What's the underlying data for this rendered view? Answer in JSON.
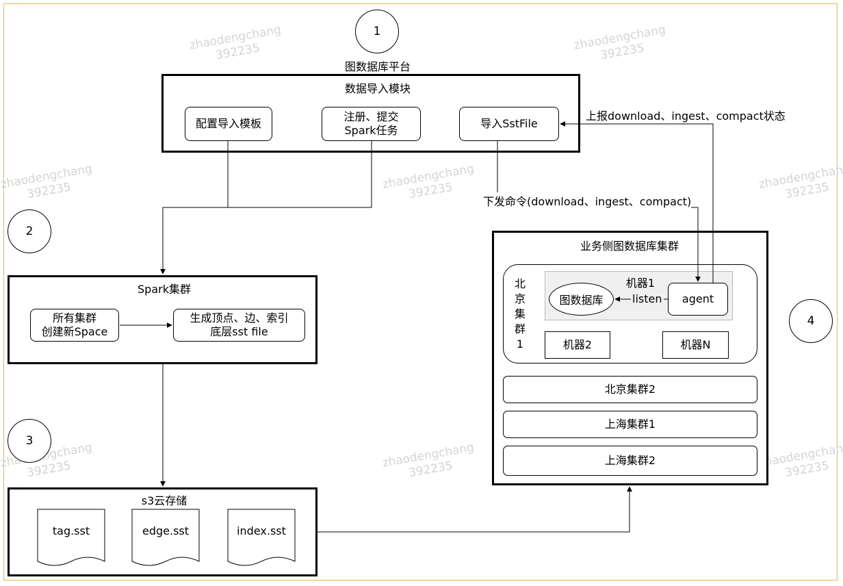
{
  "watermark": {
    "line1": "zhaodengchang",
    "line2": "392235"
  },
  "steps": {
    "s1": "1",
    "s2": "2",
    "s3": "3",
    "s4": "4"
  },
  "platform": {
    "title": "图数据库平台",
    "module_title": "数据导入模块",
    "config_template": "配置导入模板",
    "register_line1": "注册、提交",
    "register_line2": "Spark任务",
    "import_sst": "导入SstFile"
  },
  "edges": {
    "report_status": "上报download、ingest、compact状态",
    "issue_command": "下发命令(download、ingest、compact)",
    "listen": "listen"
  },
  "spark": {
    "title": "Spark集群",
    "all_clusters_line1": "所有集群",
    "all_clusters_line2": "创建新Space",
    "generate_line1": "生成顶点、边、索引",
    "generate_line2": "底层sst file"
  },
  "s3": {
    "title": "s3云存储",
    "files": [
      "tag.sst",
      "edge.sst",
      "index.sst"
    ]
  },
  "business": {
    "title": "业务侧图数据库集群",
    "beijing1_label": "北\n京\n集\n群\n1",
    "machine1": "机器1",
    "graph_db": "图数据库",
    "agent": "agent",
    "machine2": "机器2",
    "machineN": "机器N",
    "clusters": [
      "北京集群2",
      "上海集群1",
      "上海集群2"
    ]
  }
}
